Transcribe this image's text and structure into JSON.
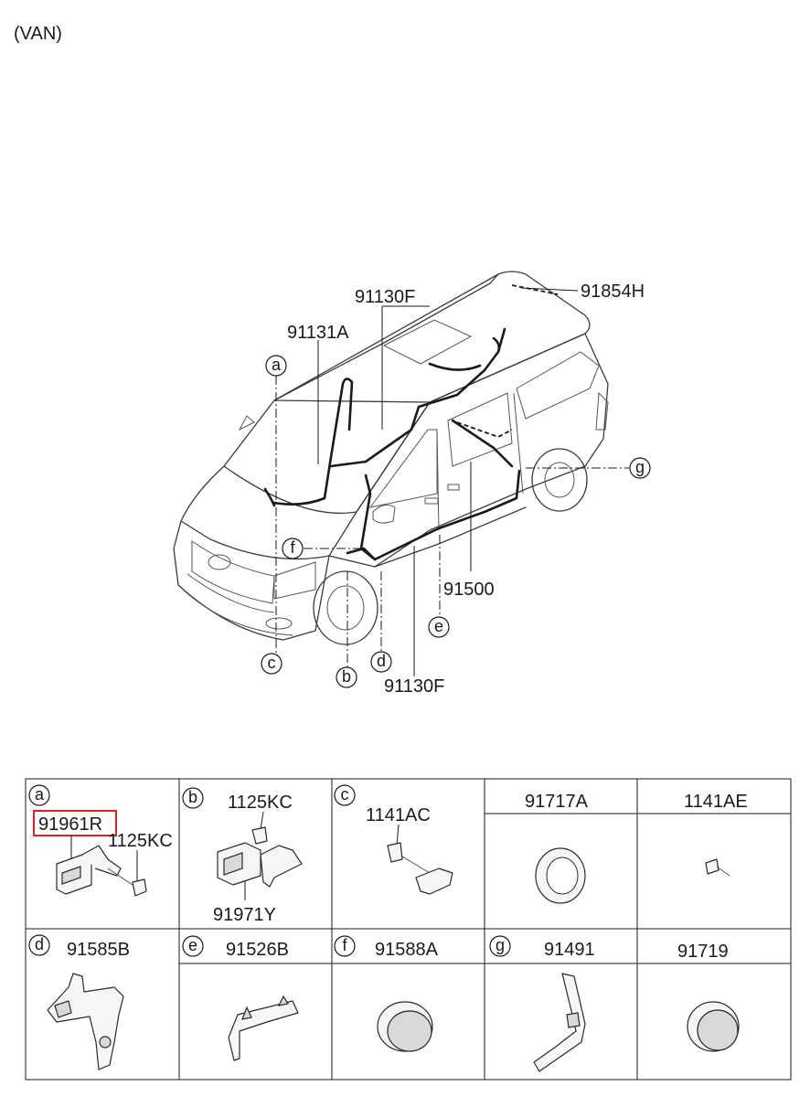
{
  "page": {
    "title": "(VAN)"
  },
  "callouts": {
    "a": "a",
    "b": "b",
    "c": "c",
    "d": "d",
    "e": "e",
    "f": "f",
    "g": "g"
  },
  "part_labels": {
    "p91130F_top": "91130F",
    "p91854H": "91854H",
    "p91131A": "91131A",
    "p91500": "91500",
    "p91130F_bottom": "91130F"
  },
  "table": {
    "row1": [
      {
        "letter": "a",
        "parts": [
          "91961R",
          "1125KC"
        ],
        "highlighted": "91961R"
      },
      {
        "letter": "b",
        "parts": [
          "1125KC",
          "91971Y"
        ]
      },
      {
        "letter": "c",
        "parts": [
          "1141AC"
        ]
      },
      {
        "letter": "",
        "parts": [
          "91717A"
        ]
      },
      {
        "letter": "",
        "parts": [
          "1141AE"
        ]
      }
    ],
    "row2": [
      {
        "letter": "d",
        "parts": [
          "91585B"
        ]
      },
      {
        "letter": "e",
        "parts": [
          "91526B"
        ]
      },
      {
        "letter": "f",
        "parts": [
          "91588A"
        ]
      },
      {
        "letter": "g",
        "parts": [
          "91491"
        ]
      },
      {
        "letter": "",
        "parts": [
          "91719"
        ]
      }
    ]
  },
  "colors": {
    "highlight": "#e02020",
    "ink": "#1a1a1a"
  }
}
